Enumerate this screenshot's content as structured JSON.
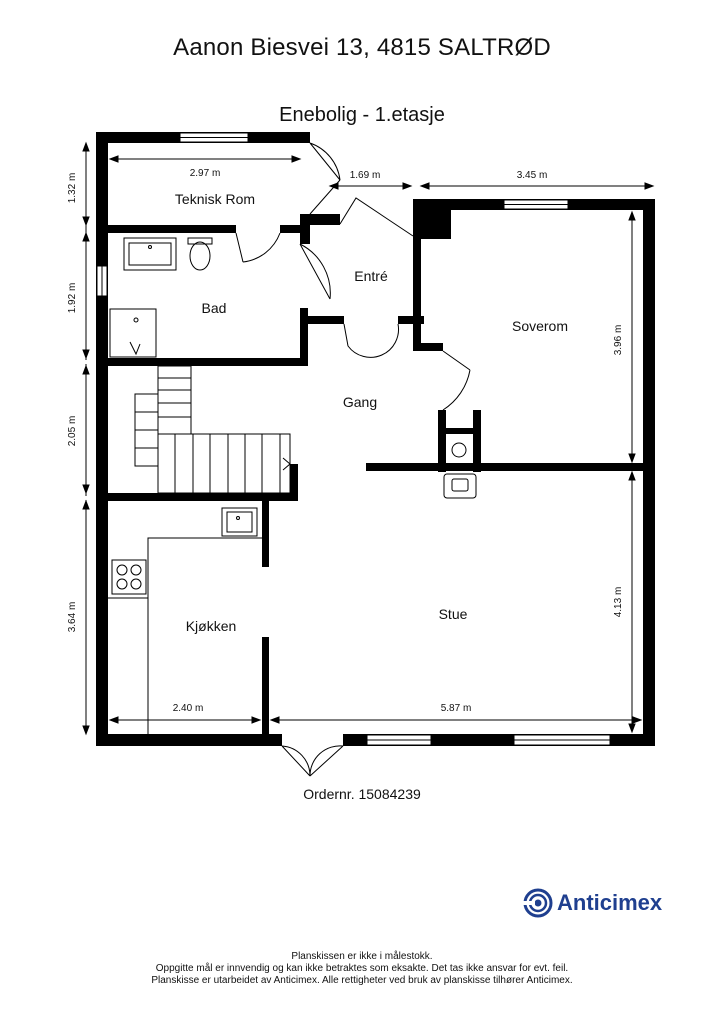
{
  "header": {
    "address": "Aanon Biesvei 13, 4815 SALTRØD",
    "plan_title": "Enebolig  - 1.etasje"
  },
  "rooms": {
    "teknisk_rom": "Teknisk Rom",
    "bad": "Bad",
    "entre": "Entré",
    "soverom": "Soverom",
    "gang": "Gang",
    "kjokken": "Kjøkken",
    "stue": "Stue"
  },
  "dimensions": {
    "teknisk_width": "2.97 m",
    "entre_width": "1.69 m",
    "soverom_width": "3.45 m",
    "left_1": "1.32 m",
    "left_2": "1.92 m",
    "left_3": "2.05 m",
    "left_4": "3.64 m",
    "soverom_height": "3.96 m",
    "stue_height": "4.13 m",
    "kjokken_width": "2.40 m",
    "stue_width": "5.87 m"
  },
  "order": "Ordernr. 15084239",
  "brand": {
    "name": "Anticimex",
    "color": "#1f3f8f"
  },
  "footer": {
    "line1": "Planskissen er ikke i målestokk.",
    "line2": "Oppgitte mål er innvendig og kan ikke betraktes som eksakte. Det tas ikke ansvar for evt. feil.",
    "line3": "Planskisse er utarbeidet av Anticimex. Alle rettigheter ved bruk av planskisse tilhører Anticimex."
  }
}
